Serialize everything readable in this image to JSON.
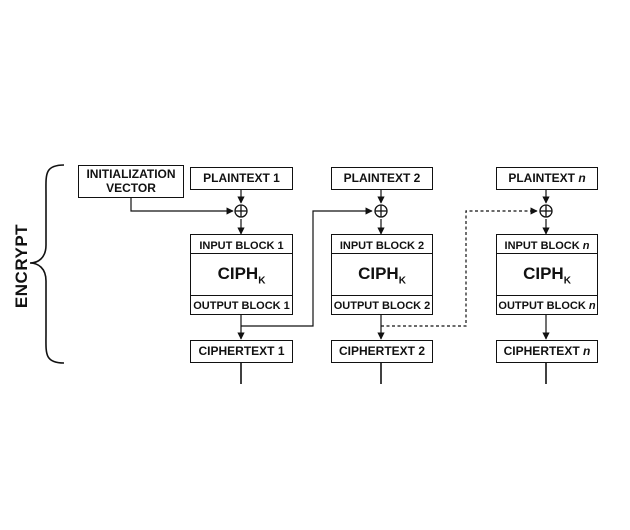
{
  "side_label": "ENCRYPT",
  "iv_line1": "INITIALIZATION",
  "iv_line2": "VECTOR",
  "columns": [
    {
      "plaintext": "PLAINTEXT 1",
      "input": "INPUT BLOCK 1",
      "ciph": "CIPH",
      "ciph_sub": "K",
      "output": "OUTPUT BLOCK 1",
      "ciphertext": "CIPHERTEXT 1"
    },
    {
      "plaintext": "PLAINTEXT 2",
      "input": "INPUT BLOCK 2",
      "ciph": "CIPH",
      "ciph_sub": "K",
      "output": "OUTPUT BLOCK 2",
      "ciphertext": "CIPHERTEXT 2"
    },
    {
      "plaintext": "PLAINTEXT",
      "plaintext_n": "n",
      "input": "INPUT BLOCK",
      "input_n": "n",
      "ciph": "CIPH",
      "ciph_sub": "K",
      "output": "OUTPUT BLOCK",
      "output_n": "n",
      "ciphertext": "CIPHERTEXT",
      "ciphertext_n": "n"
    }
  ]
}
